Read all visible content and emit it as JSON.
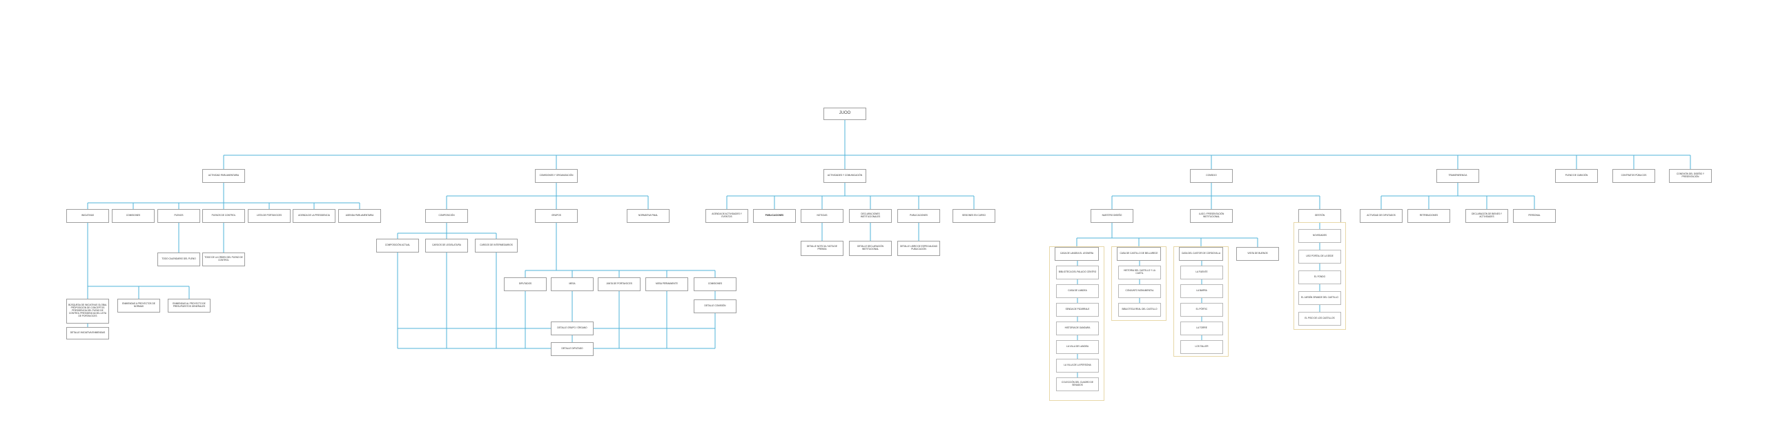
{
  "root": "JUOO",
  "l1": {
    "actividad": "ACTIVIDAD PARLAMENTARIA",
    "comisiones": "COMISIONES Y ORGANIZACIÓN",
    "actividades": "ACTIVIDADES Y COMUNICACIÓN",
    "consejo": "CONSEJO",
    "transparencia": "TRANSPARENCIA",
    "pleno": "PLENO DE CUBICIÓN",
    "contratos": "CONTRATOS PÚBLICOS",
    "conexion": "CONEXIÓN DEL DISEÑO Y PRESENTACIÓN"
  },
  "actividad_children": [
    "INICIATIVAS",
    "COMISIONES",
    "PLENOS",
    "PLENOS DE CONTROL",
    "LISTA DE PORTAVOCES",
    "AGENDA DE LA PRESIDENCIA",
    "AGENDA PARLAMENTARIA"
  ],
  "plenos_child": "TODO CALENDARIO DEL PLENO",
  "control_child": "TODO DE LA ORDEN DEL PLENO DE CONTROL",
  "iniciativas_children": [
    "BÚSQUEDA DE INICIATIVAS GLOBAL PROPOSICIÓN DE CONCEPTOS PRESIDENCIA DEL PLENO DE CONTROL PRESIDENCIA DEL LISTA DE PORTAVOCES",
    "ENMIENDAS A PROYECTOS DE NORMAS",
    "ENMIENDAS AL PROYECTO DE PRESUPUESTOS GENERALES"
  ],
  "iniciativas_detail": "DETALLE INICIATIVA ENMIENDAS",
  "comisiones_children": [
    "COMPOSICIÓN",
    "GRUPOS",
    "NORMATIVA FINAL"
  ],
  "composicion_children": [
    "COMPOSICIÓN ACTUAL",
    "CARGOS DE LEGISLATURA",
    "CARGOS DE INTERMEDIARIOS"
  ],
  "grupos_children": [
    "DIPUTADOS",
    "MESA",
    "JUNTA DE PORTAVOCES",
    "MESA PERMANENTE",
    "COMISIONES"
  ],
  "comisiones_detail": "DETALLE COMISIÓN",
  "grupos_details": [
    "DETALLE GRUPO / ÓRGANO",
    "DETALLE DIPUTADO"
  ],
  "actividades_children": [
    "AGENDA DE ACTIVIDADES Y EVENTOS",
    "PUBLICACIONES",
    "NOTICIAS",
    "DECLARACIONES INSTITUCIONALES",
    "PUBLICACIONES",
    "SESIONES EN CURSO"
  ],
  "actividades_details": [
    "DETALLE NOTICIA / NOTA DE PRENSA",
    "DETALLE DECLARACIÓN INSTITUCIONAL",
    "DETALLE LIBRO DE ESPECIALIDAD PUBLICACIÓN"
  ],
  "consejo_children": [
    "NUESTRO DISEÑO",
    "LUGO / PRESENTACIÓN INSTITUCIONAL",
    "GESTIÓN"
  ],
  "nuestro_children": [
    "CASA DE LANDEA EL LEONERA",
    "CASA DE CASTILLO DE BELLARECE",
    "CASA DEL CASTOR DE CORDOVILLA",
    "VISITA DE BUENOS"
  ],
  "list_a": [
    "BIBLIOTECA DEL PALACIO CENTRO",
    "CASA DE LANDEA",
    "SENDA DE PIZARRALE",
    "HISTORIA DE GANDARA",
    "LA VILLA DE LANDEA",
    "LA VILLA DE LA PERSONA",
    "COLECCIÓN DEL CUADRO DE SENADOS"
  ],
  "list_b": [
    "HISTORIA DEL CASTILLO Y LA CASTIL",
    "CONJUNTO MONUMENTAL",
    "BIBLIOTECA REAL DEL CASTILLO"
  ],
  "list_c": [
    "LA FUENTE",
    "LA BARRA",
    "EL PÓRTIC",
    "LA TORRE",
    "LOS TALLER"
  ],
  "list_d": [
    "NOVEDADES",
    "USO PORTAL DE LA SEDE",
    "EL FONDO",
    "EL JARDÍN GRANDE DEL CASTILLO",
    "EL PISO DE LOS CASTILLOS"
  ],
  "transparencia_children": [
    "ACTIVIDAD DE DIPUTADOS",
    "RETRIBUCIONES",
    "DECLARACIÓN DE BIENES Y ACTIVIDADES",
    "PERSONAL"
  ]
}
